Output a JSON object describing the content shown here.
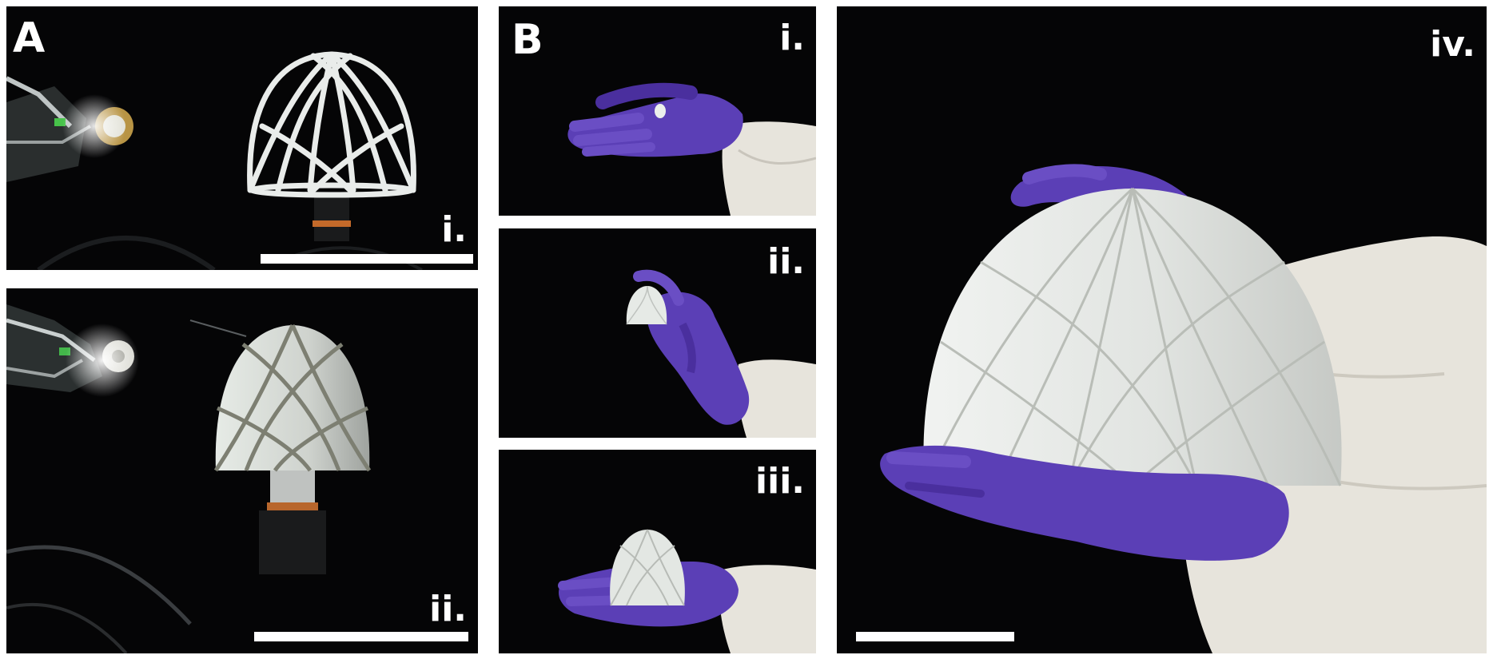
{
  "figure": {
    "panel_A": {
      "letter": "A",
      "sub_i": {
        "label": "i."
      },
      "sub_ii": {
        "label": "ii."
      }
    },
    "panel_B": {
      "letter": "B",
      "sub_i": {
        "label": "i."
      },
      "sub_ii": {
        "label": "ii."
      },
      "sub_iii": {
        "label": "iii."
      },
      "sub_iv": {
        "label": "iv."
      }
    }
  },
  "colors": {
    "background": "#050506",
    "glove": "#5b3fb6",
    "model": "#d9ddd8",
    "lab_coat": "#e7e4dc",
    "scale_bar": "#ffffff"
  }
}
